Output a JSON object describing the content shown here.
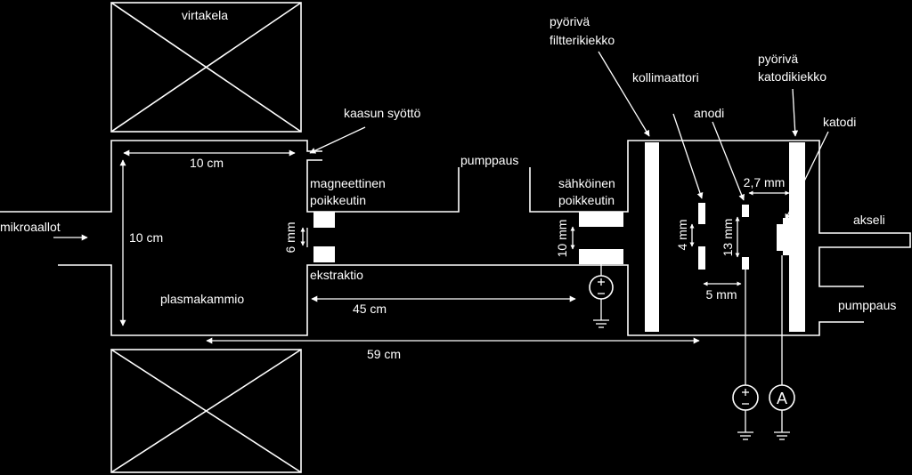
{
  "colors": {
    "background": "#000000",
    "foreground": "#ffffff"
  },
  "labels": {
    "virtakela": "virtakela",
    "kaasun_syotto": "kaasun syöttö",
    "ten_cm_horizontal": "10 cm",
    "ten_cm_vertical": "10 cm",
    "mikroaallot": "mikroaallot",
    "plasmakammio": "plasmakammio",
    "magneettinen": "magneettinen",
    "poikkeutin_1": "poikkeutin",
    "six_mm": "6 mm",
    "ekstraktio": "ekstraktio",
    "pumppaus_1": "pumppaus",
    "forty_five_cm": "45 cm",
    "fifty_nine_cm": "59 cm",
    "sahkoinen": "sähköinen",
    "poikkeutin_2": "poikkeutin",
    "ten_mm": "10 mm",
    "pyoriva_1": "pyörivä",
    "filtterikiekko": "filtterikiekko",
    "kollimaattori": "kollimaattori",
    "four_mm": "4 mm",
    "five_mm": "5 mm",
    "thirteen_mm": "13 mm",
    "anodi": "anodi",
    "two_seven_mm": "2,7 mm",
    "pyoriva_2": "pyörivä",
    "katodikiekko": "katodikiekko",
    "katodi": "katodi",
    "akseli": "akseli",
    "pumppaus_2": "pumppaus",
    "ammeter_symbol": "A"
  }
}
